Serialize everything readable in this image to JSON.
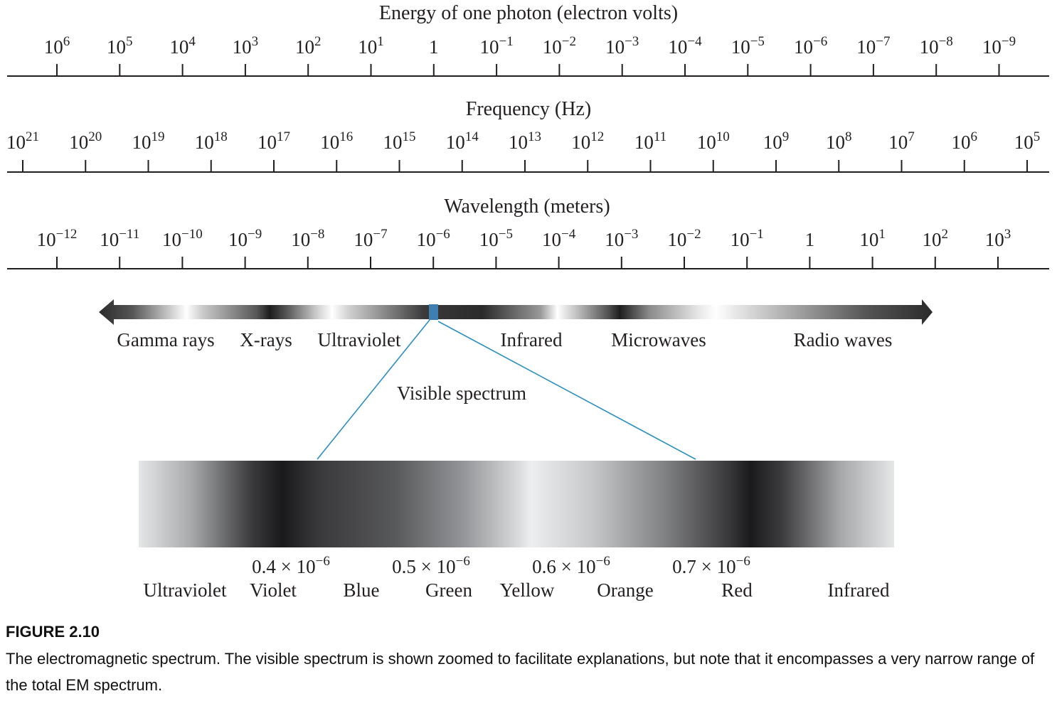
{
  "energy_scale": {
    "title": "Energy of one photon (electron volts)",
    "ticks": [
      {
        "base": "10",
        "exp": "6"
      },
      {
        "base": "10",
        "exp": "5"
      },
      {
        "base": "10",
        "exp": "4"
      },
      {
        "base": "10",
        "exp": "3"
      },
      {
        "base": "10",
        "exp": "2"
      },
      {
        "base": "10",
        "exp": "1"
      },
      {
        "base": "1",
        "exp": ""
      },
      {
        "base": "10",
        "exp": "−1"
      },
      {
        "base": "10",
        "exp": "−2"
      },
      {
        "base": "10",
        "exp": "−3"
      },
      {
        "base": "10",
        "exp": "−4"
      },
      {
        "base": "10",
        "exp": "−5"
      },
      {
        "base": "10",
        "exp": "−6"
      },
      {
        "base": "10",
        "exp": "−7"
      },
      {
        "base": "10",
        "exp": "−8"
      },
      {
        "base": "10",
        "exp": "−9"
      }
    ]
  },
  "frequency_scale": {
    "title": "Frequency (Hz)",
    "ticks": [
      {
        "base": "10",
        "exp": "21"
      },
      {
        "base": "10",
        "exp": "20"
      },
      {
        "base": "10",
        "exp": "19"
      },
      {
        "base": "10",
        "exp": "18"
      },
      {
        "base": "10",
        "exp": "17"
      },
      {
        "base": "10",
        "exp": "16"
      },
      {
        "base": "10",
        "exp": "15"
      },
      {
        "base": "10",
        "exp": "14"
      },
      {
        "base": "10",
        "exp": "13"
      },
      {
        "base": "10",
        "exp": "12"
      },
      {
        "base": "10",
        "exp": "11"
      },
      {
        "base": "10",
        "exp": "10"
      },
      {
        "base": "10",
        "exp": "9"
      },
      {
        "base": "10",
        "exp": "8"
      },
      {
        "base": "10",
        "exp": "7"
      },
      {
        "base": "10",
        "exp": "6"
      },
      {
        "base": "10",
        "exp": "5"
      }
    ]
  },
  "wavelength_scale": {
    "title": "Wavelength (meters)",
    "ticks": [
      {
        "base": "10",
        "exp": "−12"
      },
      {
        "base": "10",
        "exp": "−11"
      },
      {
        "base": "10",
        "exp": "−10"
      },
      {
        "base": "10",
        "exp": "−9"
      },
      {
        "base": "10",
        "exp": "−8"
      },
      {
        "base": "10",
        "exp": "−7"
      },
      {
        "base": "10",
        "exp": "−6"
      },
      {
        "base": "10",
        "exp": "−5"
      },
      {
        "base": "10",
        "exp": "−4"
      },
      {
        "base": "10",
        "exp": "−3"
      },
      {
        "base": "10",
        "exp": "−2"
      },
      {
        "base": "10",
        "exp": "−1"
      },
      {
        "base": "1",
        "exp": ""
      },
      {
        "base": "10",
        "exp": "1"
      },
      {
        "base": "10",
        "exp": "2"
      },
      {
        "base": "10",
        "exp": "3"
      }
    ]
  },
  "bands": [
    "Gamma rays",
    "X-rays",
    "Ultraviolet",
    "Infrared",
    "Microwaves",
    "Radio waves"
  ],
  "visible": {
    "label": "Visible spectrum",
    "wavelength_marks": [
      {
        "mantissa": "0.4",
        "base": "10",
        "exp": "−6"
      },
      {
        "mantissa": "0.5",
        "base": "10",
        "exp": "−6"
      },
      {
        "mantissa": "0.6",
        "base": "10",
        "exp": "−6"
      },
      {
        "mantissa": "0.7",
        "base": "10",
        "exp": "−6"
      }
    ],
    "color_names": [
      "Ultraviolet",
      "Violet",
      "Blue",
      "Green",
      "Yellow",
      "Orange",
      "Red",
      "Infrared"
    ]
  },
  "colors": {
    "ink": "#231f20",
    "callout_line": "#2a8fc0",
    "visible_marker": "#3d7fb0"
  },
  "caption": {
    "title": "FIGURE 2.10",
    "text": "The electromagnetic spectrum. The visible spectrum is shown zoomed to facilitate explanations, but note that it encompasses a very narrow range of the total EM spectrum."
  }
}
